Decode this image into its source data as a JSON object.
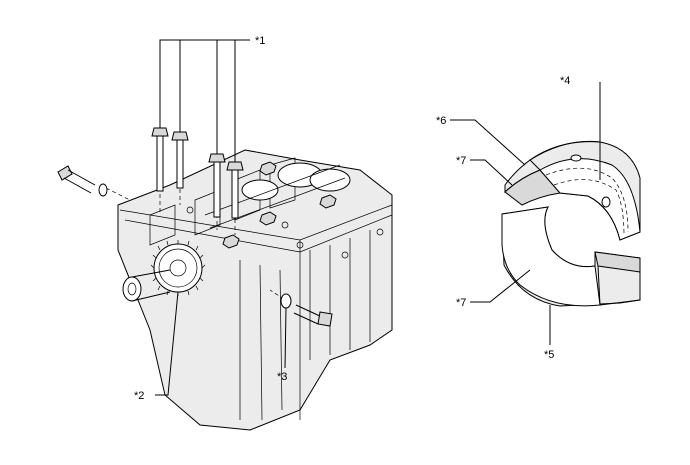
{
  "callouts": {
    "c1": "*1",
    "c2": "*2",
    "c3": "*3",
    "c4": "*4",
    "c5": "*5",
    "c6": "*6",
    "c7_top": "*7",
    "c7_bottom": "*7"
  },
  "colors": {
    "line": "#000000",
    "shade": "#d9d9d9",
    "background": "#ffffff"
  }
}
